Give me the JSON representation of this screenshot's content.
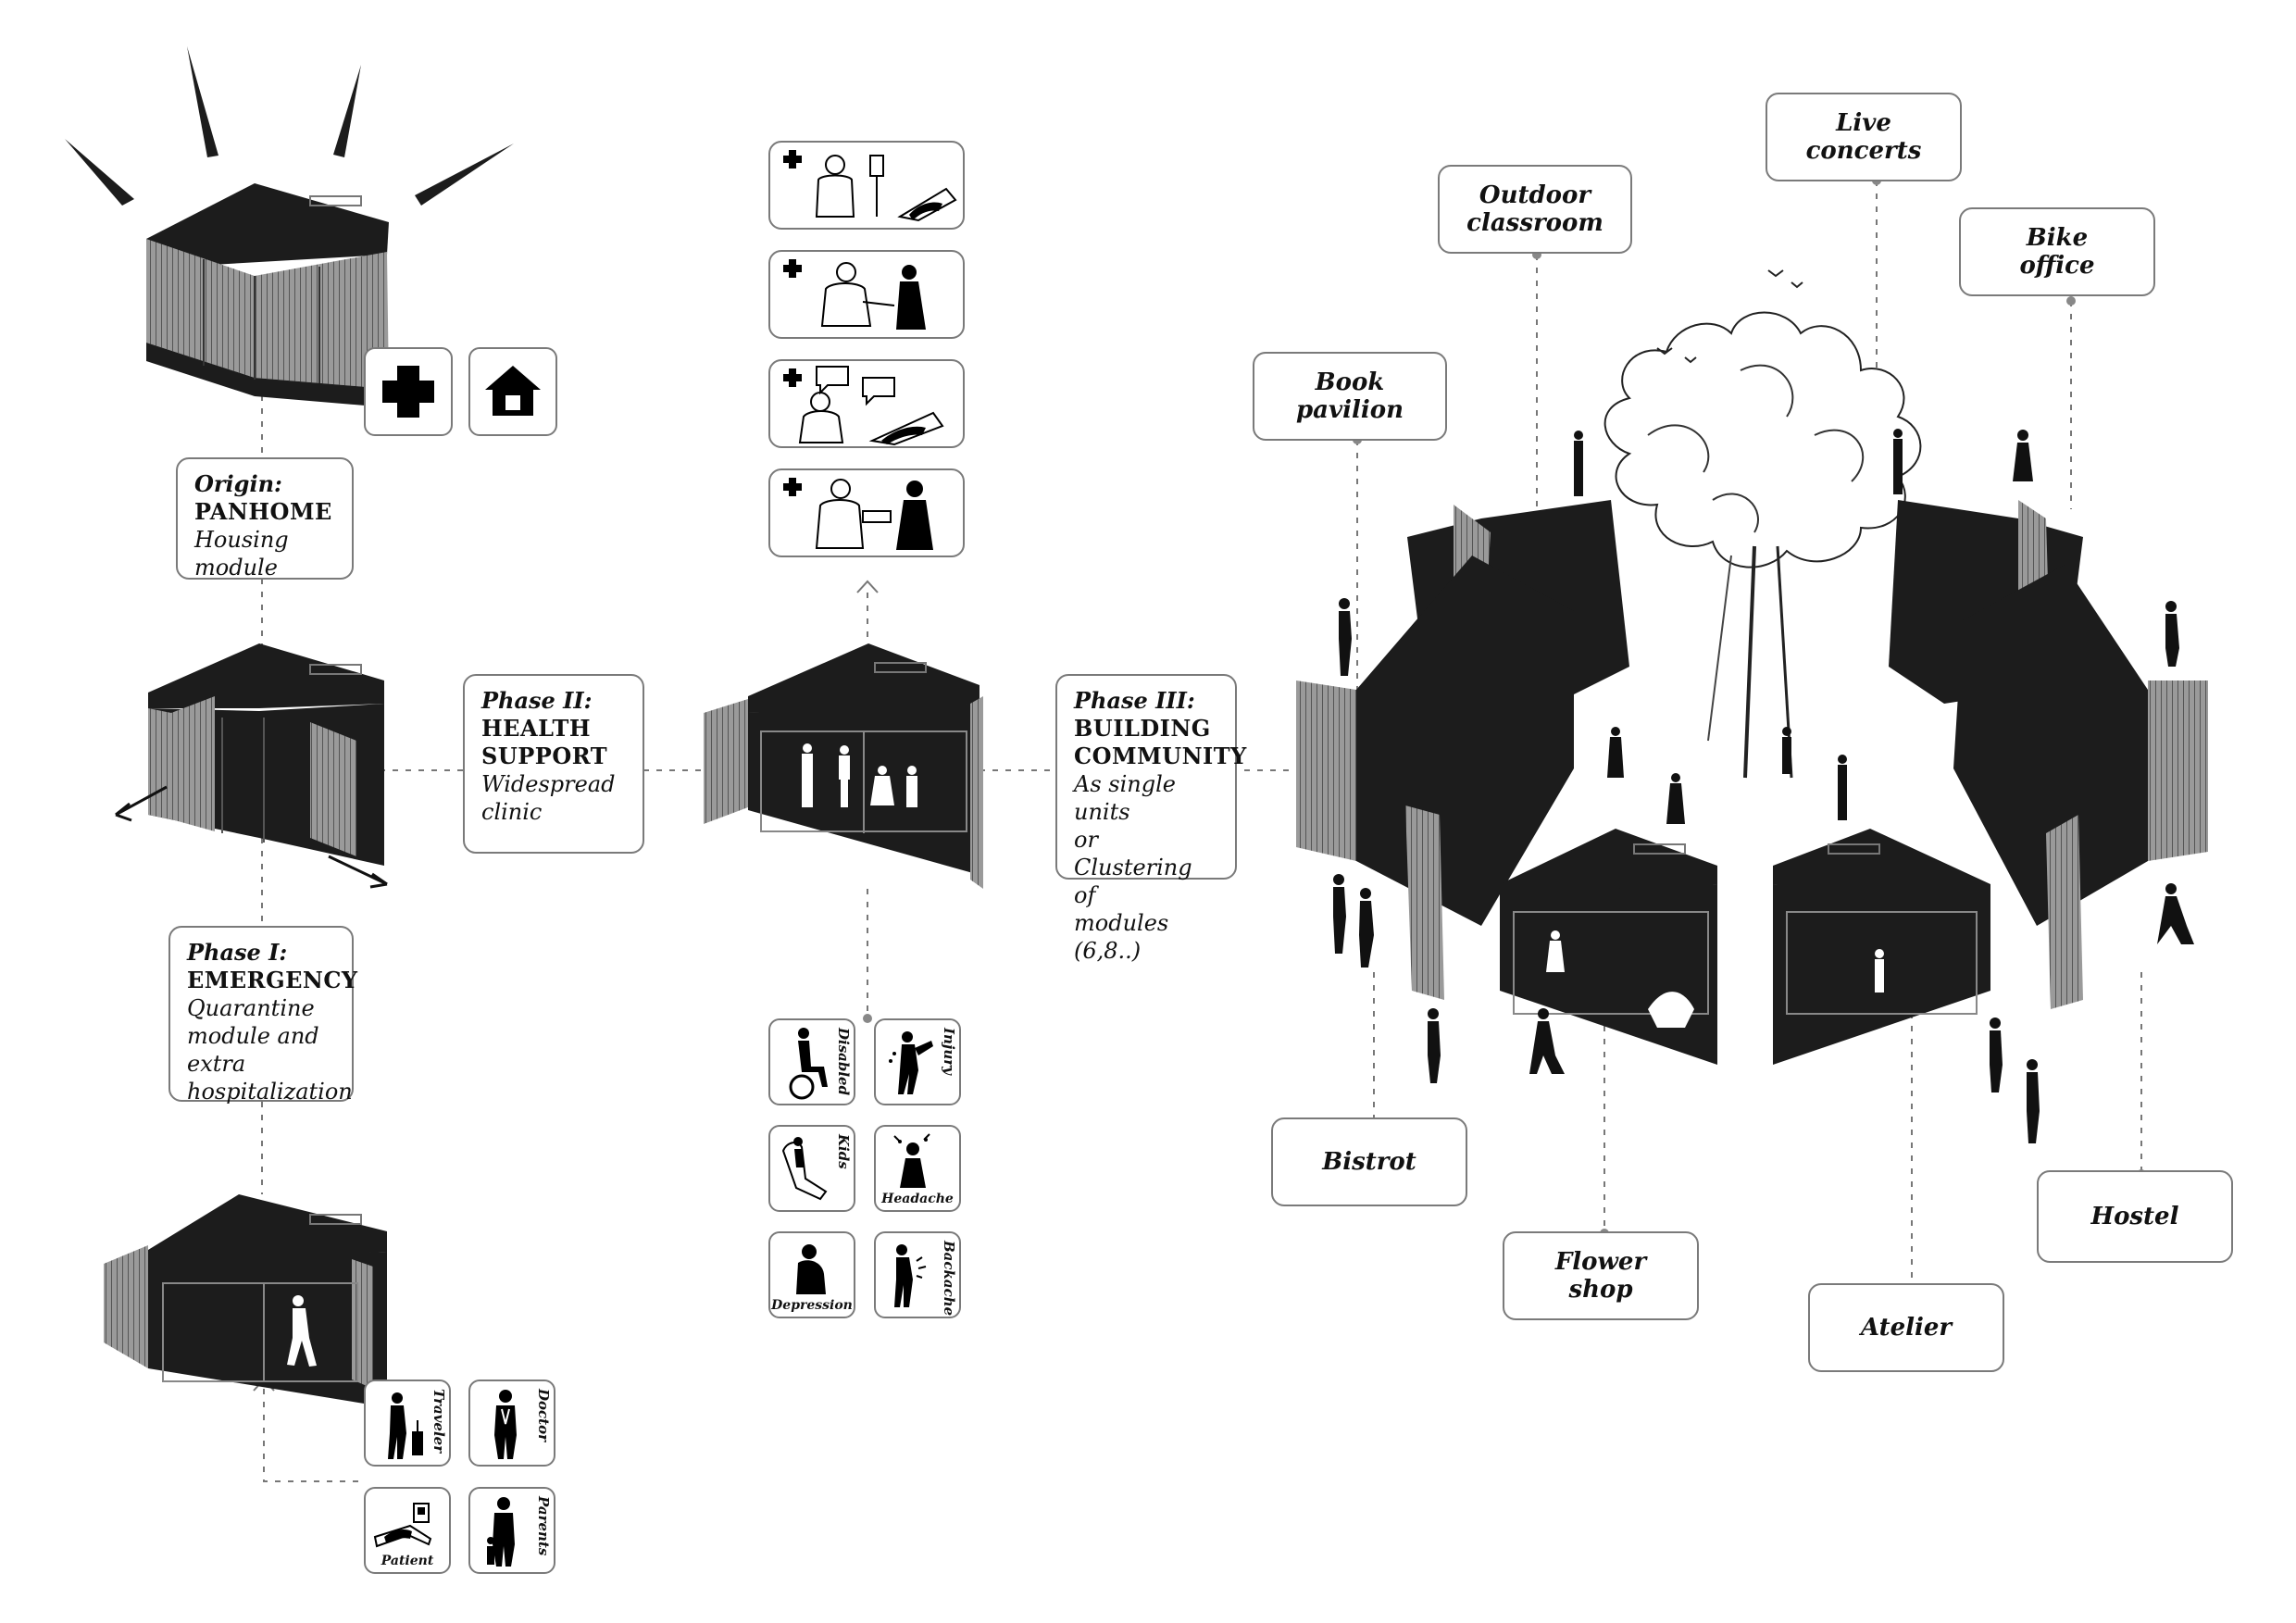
{
  "phases": {
    "origin": {
      "phase": "Origin:",
      "heading": "PANHOME",
      "description": [
        "Housing",
        "module"
      ]
    },
    "phase1": {
      "phase": "Phase I:",
      "heading": "EMERGENCY",
      "description": [
        "Quarantine",
        "module and",
        "extra",
        "hospitalization"
      ]
    },
    "phase2": {
      "phase": "Phase II:",
      "heading_lines": [
        "HEALTH",
        "SUPPORT"
      ],
      "description": [
        "Widespread",
        "clinic"
      ]
    },
    "phase3": {
      "phase": "Phase III:",
      "heading_lines": [
        "BUILDING",
        "COMMUNITY"
      ],
      "description": [
        "As single units",
        "or Clustering of",
        "modules (6,8..)"
      ]
    }
  },
  "origin_symbols": [
    {
      "icon": "medical-cross-icon"
    },
    {
      "icon": "house-icon"
    }
  ],
  "user_types": [
    {
      "label": "Traveler",
      "icon": "traveler-icon"
    },
    {
      "label": "Doctor",
      "icon": "doctor-icon"
    },
    {
      "label": "Patient",
      "icon": "patient-icon"
    },
    {
      "label": "Parents",
      "icon": "parents-icon"
    }
  ],
  "health_scenes": [
    {
      "icon": "doctor-with-iv-patient-icon"
    },
    {
      "icon": "doctor-vaccinating-patient-icon"
    },
    {
      "icon": "doctor-consultation-icon"
    },
    {
      "icon": "doctor-treating-arm-icon"
    }
  ],
  "conditions": [
    {
      "label": "Disabled",
      "icon": "wheelchair-icon"
    },
    {
      "label": "Injury",
      "icon": "injury-icon"
    },
    {
      "label": "Kids",
      "icon": "kid-icon"
    },
    {
      "label": "Headache",
      "icon": "headache-icon"
    },
    {
      "label": "Depression",
      "icon": "depression-icon"
    },
    {
      "label": "Backache",
      "icon": "backache-icon"
    }
  ],
  "community_functions": [
    {
      "id": "book-pavilion",
      "lines": [
        "Book",
        "pavilion"
      ]
    },
    {
      "id": "outdoor-classroom",
      "lines": [
        "Outdoor",
        "classroom"
      ]
    },
    {
      "id": "live-concerts",
      "lines": [
        "Live",
        "concerts"
      ]
    },
    {
      "id": "bike-office",
      "lines": [
        "Bike",
        "office"
      ]
    },
    {
      "id": "bistrot",
      "lines": [
        "Bistrot"
      ]
    },
    {
      "id": "flower-shop",
      "lines": [
        "Flower",
        "shop"
      ]
    },
    {
      "id": "atelier",
      "lines": [
        "Atelier"
      ]
    },
    {
      "id": "hostel",
      "lines": [
        "Hostel"
      ]
    }
  ],
  "colors": {
    "module": "#1c1c1c",
    "panel": "#8c8c8c",
    "border": "#7a7a7a",
    "leader": "#777777"
  }
}
